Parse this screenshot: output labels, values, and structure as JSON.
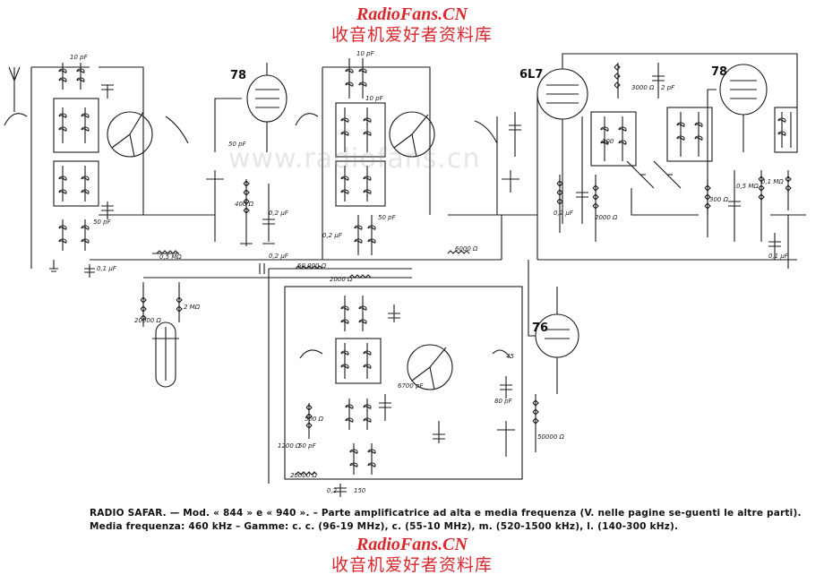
{
  "watermark": {
    "site": "RadioFans.CN",
    "cn": "收音机爱好者资料库",
    "ghost": "www.radiofans.cn"
  },
  "caption": {
    "line1": "RADIO SAFAR. — Mod. « 844 » e « 940 ». – Parte amplificatrice ad alta e media frequenza (V. nelle pagine se-guenti le altre parti).",
    "line2": "Media frequenza: 460 kHz – Gamme: c. c. (96-19 MHz), c. (55-10 MHz), m. (520-1500 kHz), l. (140-300 kHz)."
  },
  "tubes": [
    {
      "label": "78"
    },
    {
      "label": "6L7"
    },
    {
      "label": "78"
    },
    {
      "label": "76"
    }
  ],
  "components": {
    "c_10pf_a": "10 pF",
    "c_10pf_b": "10 pF",
    "c_10pf_c": "10 pF",
    "c_50pf_a": "50 pF",
    "c_50pf_b": "50 pF",
    "c_50pf_c": "50 pF",
    "c_50pf_d": "50 pF",
    "r_05m": "0,5 MΩ",
    "c_01_a": "0,1 µF",
    "c_01_b": "0,1 µF",
    "c_02_a": "0,2 µF",
    "c_02_b": "0,2 µF",
    "c_02_c": "0,2 µF",
    "c_02_d": "0,2 µF",
    "c_02_e": "0,2",
    "r_400": "400 Ω",
    "r_6000": "6000 Ω",
    "r_60000": "60.000 Ω",
    "r_2000a": "2000 Ω",
    "r_2000b": "2000 Ω",
    "r_20000a": "20000 Ω",
    "r_20000b": "20000 Ω",
    "r_2m": "2 MΩ",
    "r_01m": "0,1 MΩ",
    "r_05mb": "0,5 MΩ",
    "r_300": "300 Ω",
    "r_3000": "3000 Ω",
    "r_50000": "50000 Ω",
    "r_1200": "1200 Ω",
    "r_500": "500 Ω",
    "c_6700": "6700 pF",
    "c_80": "80 pF",
    "c_150": "150",
    "c_2pf": "2 pF",
    "c_200": "200",
    "c_45": "45"
  }
}
